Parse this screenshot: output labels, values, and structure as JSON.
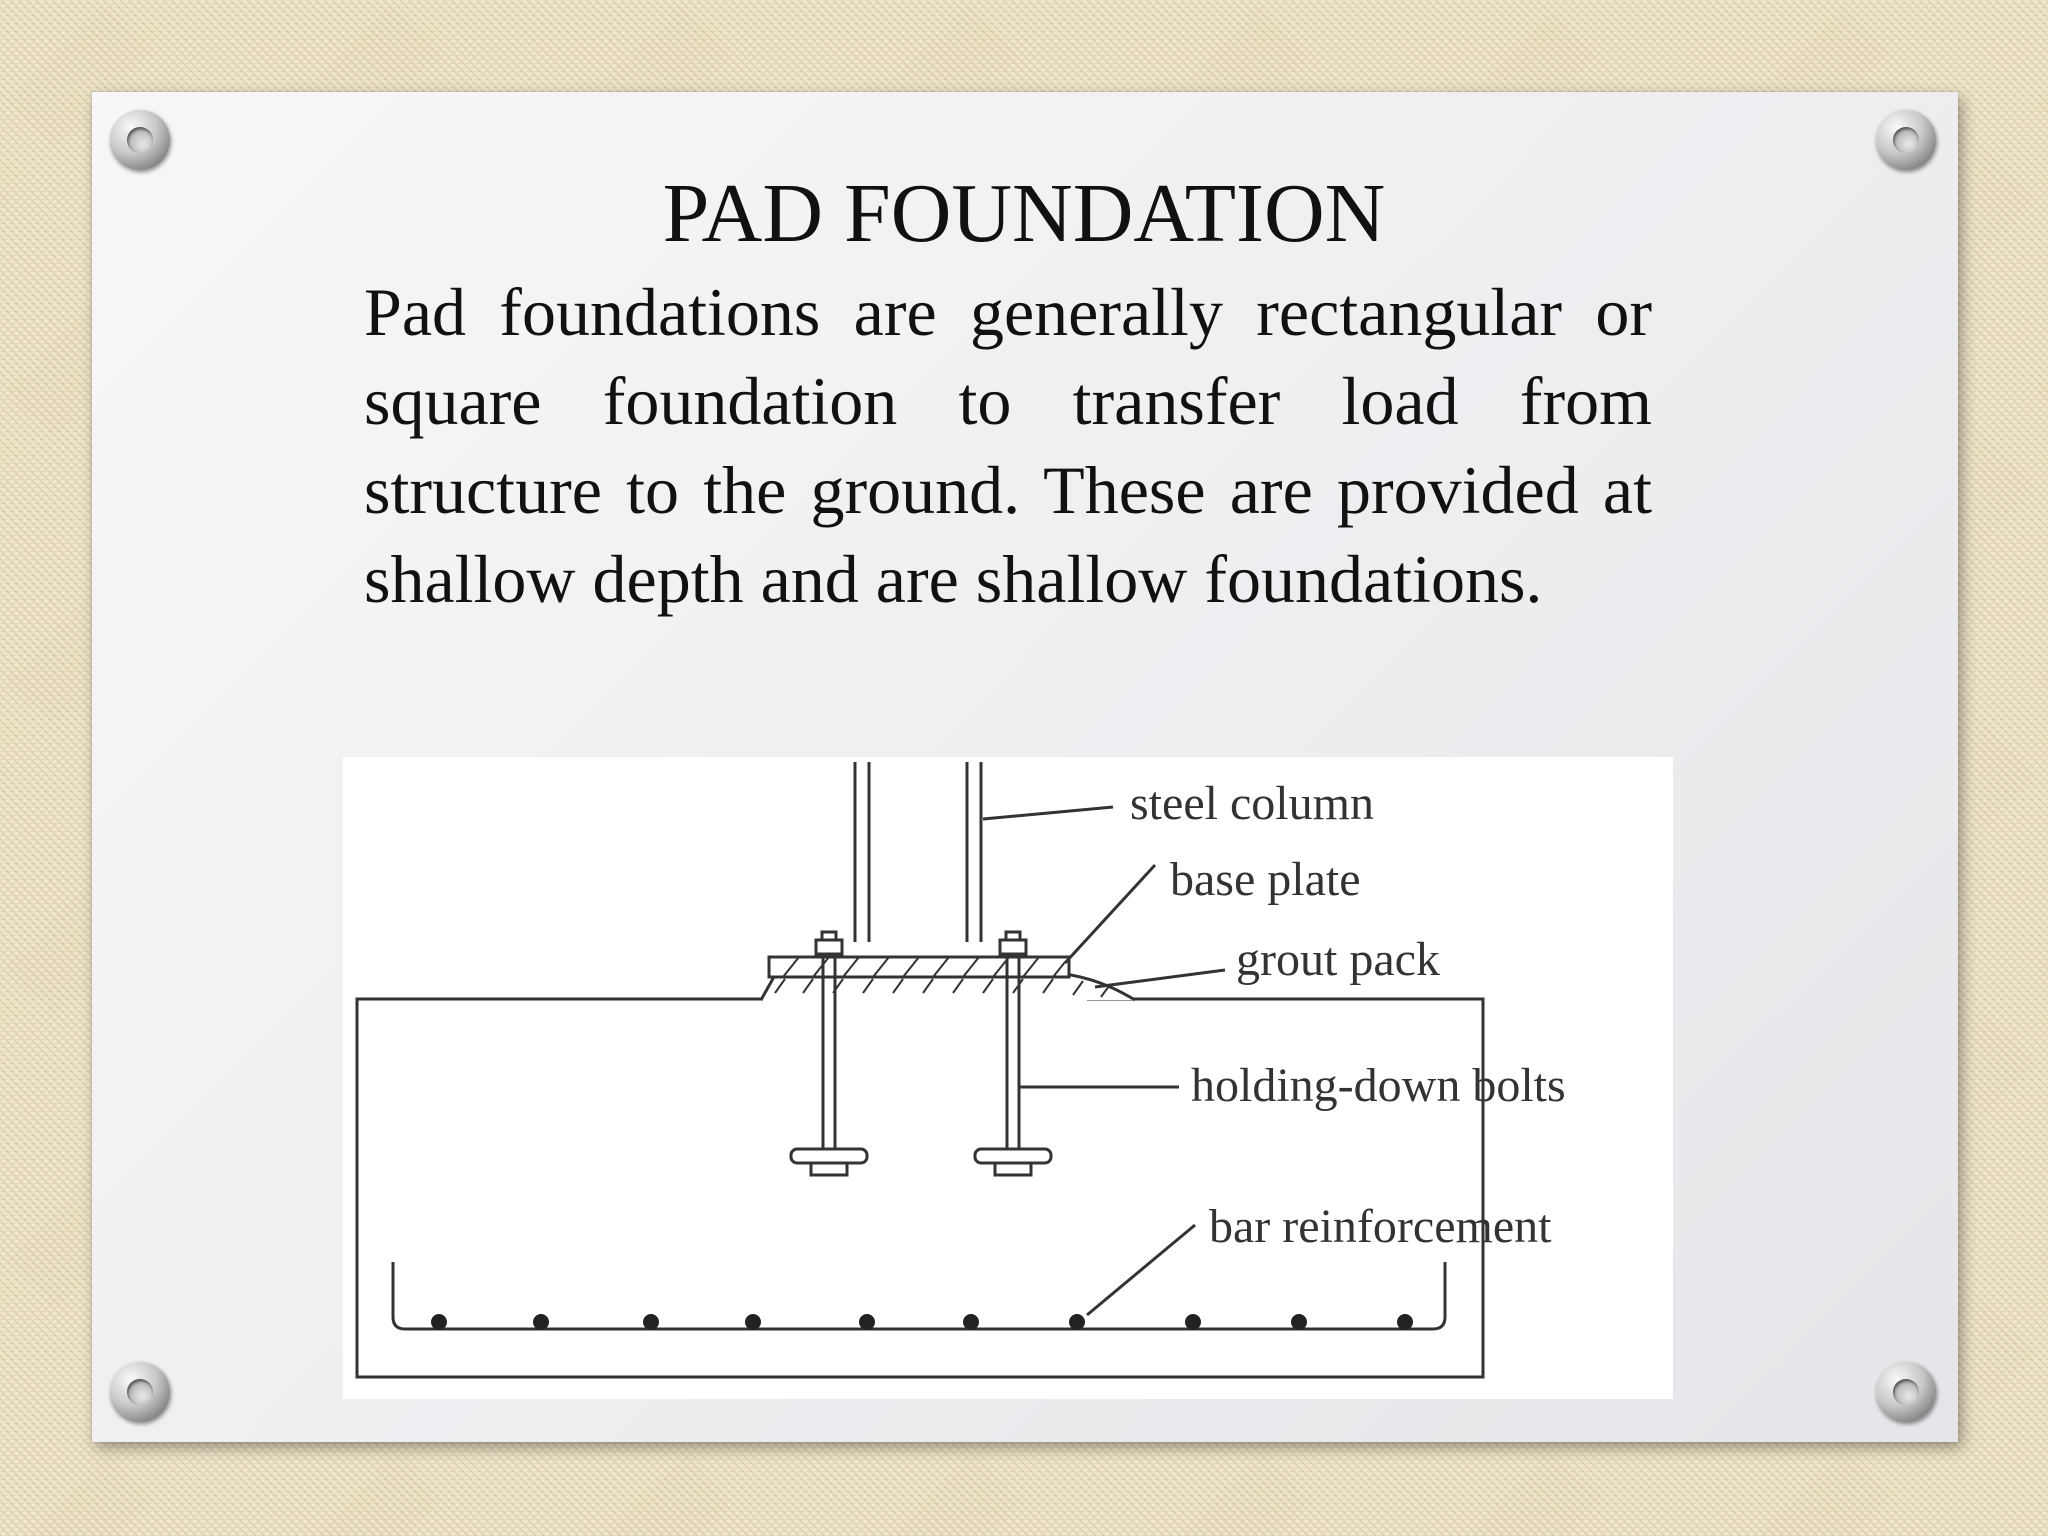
{
  "slide": {
    "title": "PAD FOUNDATION",
    "body": "Pad foundations are generally rectangular or square foundation to transfer load from structure to the ground. These are provided at shallow depth and are shallow foundations."
  },
  "diagram": {
    "labels": {
      "steel_column": "steel column",
      "base_plate": "base plate",
      "grout_pack": "grout pack",
      "holding_down_bolts": "holding-down bolts",
      "bar_reinforcement": "bar reinforcement"
    }
  }
}
